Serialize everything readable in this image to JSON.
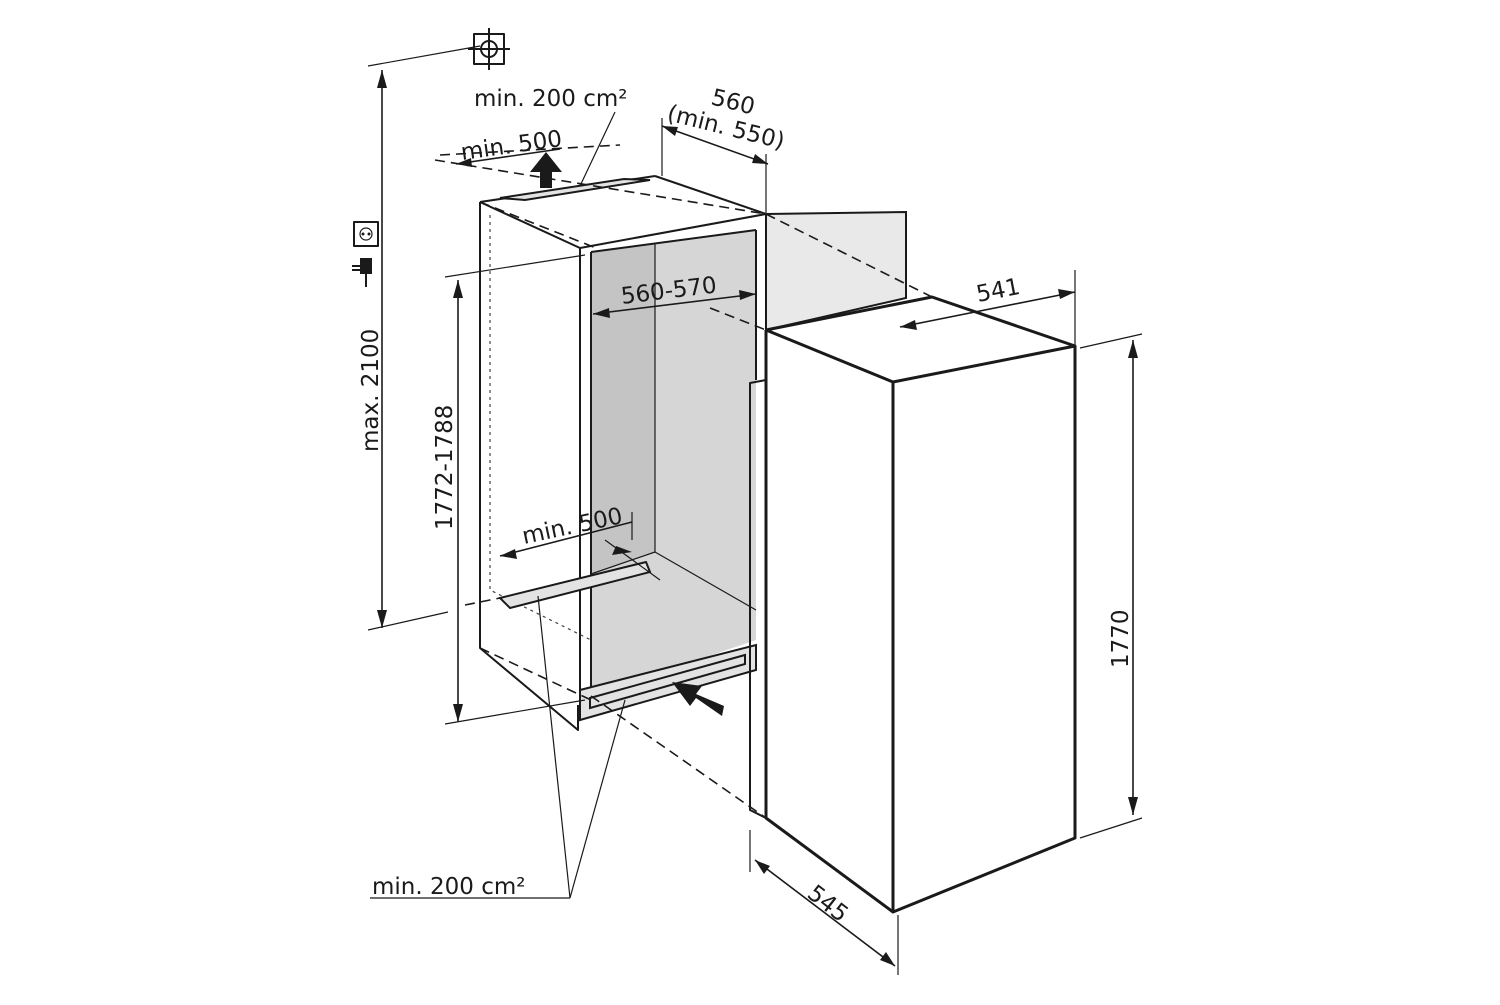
{
  "diagram": {
    "labels": {
      "vent_top_area": "min. 200 cm²",
      "vent_top_depth": "min. 500",
      "niche_depth": "560",
      "niche_depth_min": "(min. 550)",
      "niche_width": "560-570",
      "appliance_width": "541",
      "max_height": "max. 2100",
      "niche_height": "1772-1788",
      "vent_bottom_depth": "min. 500",
      "appliance_height": "1770",
      "appliance_depth": "545",
      "vent_bottom_area": "min. 200 cm²"
    },
    "icons": [
      "crosshair-icon",
      "socket-icon",
      "plug-icon"
    ]
  }
}
